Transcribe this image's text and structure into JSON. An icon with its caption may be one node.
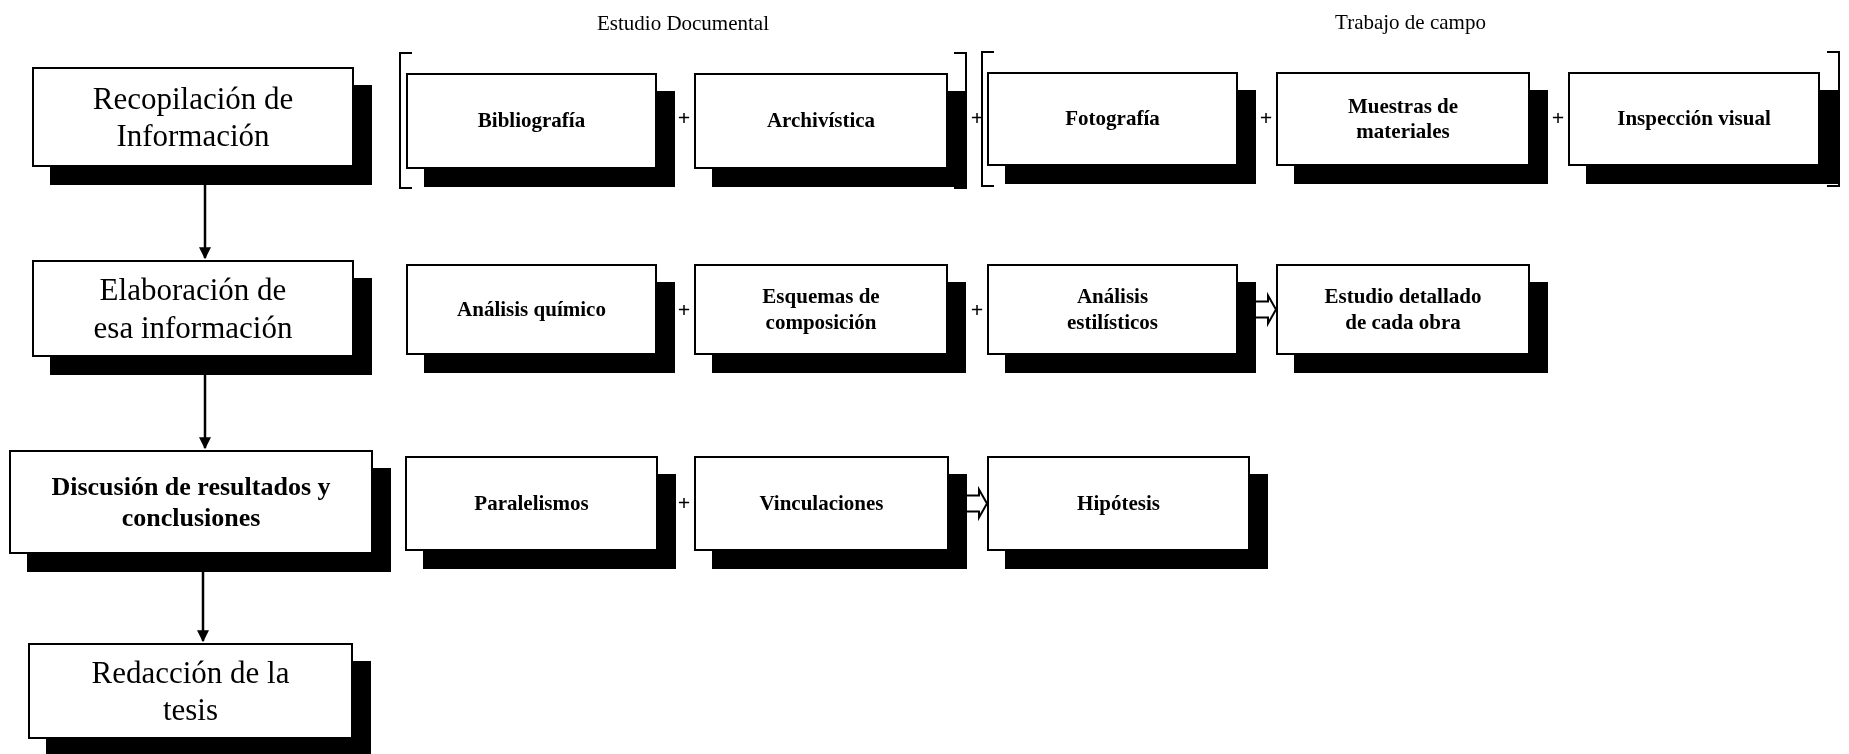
{
  "diagram": {
    "nodes": [
      {
        "text": [
          "Recopilación de Información"
        ]
      },
      {
        "text": [
          "Estudio Documental"
        ]
      },
      {
        "text": [
          "Bibliografía"
        ],
        "in": 1
      },
      {
        "text": [
          "Archivística"
        ],
        "in": 1
      },
      {
        "text": [
          "Trabajo de campo"
        ]
      },
      {
        "text": [
          "Fotografía"
        ],
        "in": 4
      },
      {
        "text": [
          "Muestras de materiales"
        ],
        "in": 4
      },
      {
        "text": [
          "Inspección visual"
        ],
        "in": 4
      },
      {
        "text": [
          "Elaboración de esa información"
        ]
      },
      {
        "text": [
          "Análisis químico"
        ]
      },
      {
        "text": [
          "Esquemas de composición"
        ]
      },
      {
        "text": [
          "Análisis estilísticos"
        ]
      },
      {
        "text": [
          "Estudio detallado de cada obra"
        ]
      },
      {
        "text": [
          "Discusión de resultados y conclusiones"
        ]
      },
      {
        "text": [
          "Paralelismos"
        ]
      },
      {
        "text": [
          "Vinculaciones"
        ]
      },
      {
        "text": [
          "Hipótesis"
        ]
      },
      {
        "text": [
          "Redacción de la tesis"
        ]
      }
    ],
    "edges": [
      {
        "from": 0,
        "to": 8,
        "arrow": "to"
      },
      {
        "from": 8,
        "to": 13,
        "arrow": "to"
      },
      {
        "from": 13,
        "to": 17,
        "arrow": "to"
      },
      {
        "from": 11,
        "to": 12,
        "arrow": "to",
        "style": "thick"
      },
      {
        "from": 15,
        "to": 16,
        "arrow": "to",
        "style": "thick"
      }
    ],
    "labels": [
      "+",
      "+",
      "+",
      "+",
      "+",
      "+",
      "+"
    ]
  }
}
